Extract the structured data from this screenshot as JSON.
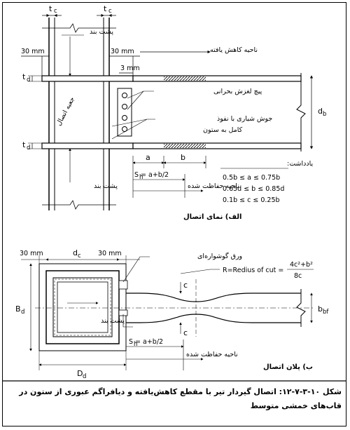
{
  "figure": {
    "top_labels": {
      "tc_left": "t",
      "tc_right": "t",
      "tc_sub": "c",
      "mm30_left": "30 mm",
      "mm30_right": "30 mm",
      "mm3": "3 mm",
      "td_top": "t",
      "td_bottom": "t",
      "td_sub": "d",
      "backing_top": "پشت بند",
      "backing_bottom": "پشت بند",
      "reduced_zone": "ناحیه کاهش یافته",
      "column_face": "جعبه اتصال",
      "critical_bolt": "پیچ لغزش بحرانی",
      "weld_line1": "جوش شیاری با نفوذ",
      "weld_line2": "کامل به ستون",
      "db_label": "d",
      "db_sub": "b",
      "a_label": "a",
      "b_label": "b",
      "sh_formula": "S = a+b/2",
      "sh_sub": "h",
      "protected_zone": "ناحیه حفاظت شده",
      "view_title": "الف) نمای اتصال"
    },
    "notes": {
      "title": "یادداشت:",
      "line1": "0.5b  ≤ a ≤ 0.75b",
      "line2": "0.65d  ≤ b ≤ 0.85d",
      "line3": "0.1b  ≤ c ≤ 0.25b"
    },
    "bottom_labels": {
      "mm30_left": "30 mm",
      "mm30_right": "30 mm",
      "dc": "d",
      "dc_sub": "c",
      "gusset": "ورق گوشواره‌ای",
      "radius": "R=Redius of cut = ",
      "radius_num": "4c²+b²",
      "radius_den": "8c",
      "c_top": "c",
      "c_bottom": "c",
      "bd": "B",
      "bd_sub": "d",
      "dd": "D",
      "dd_sub": "d",
      "bbf": "b",
      "bbf_sub": "bf",
      "backing": "پشت بند",
      "sh_formula": "S = a+b/2",
      "sh_sub": "h",
      "protected_zone": "ناحیه حفاظت شده",
      "plan_title": "ب) پلان اتصال"
    },
    "caption": "شکل ۱۰-۳-۷-۱۲: اتصال گیردار تیر با مقطع کاهش‌یافته و دیافراگم عبوری از ستون در قاب‌های خمشی متوسط"
  }
}
